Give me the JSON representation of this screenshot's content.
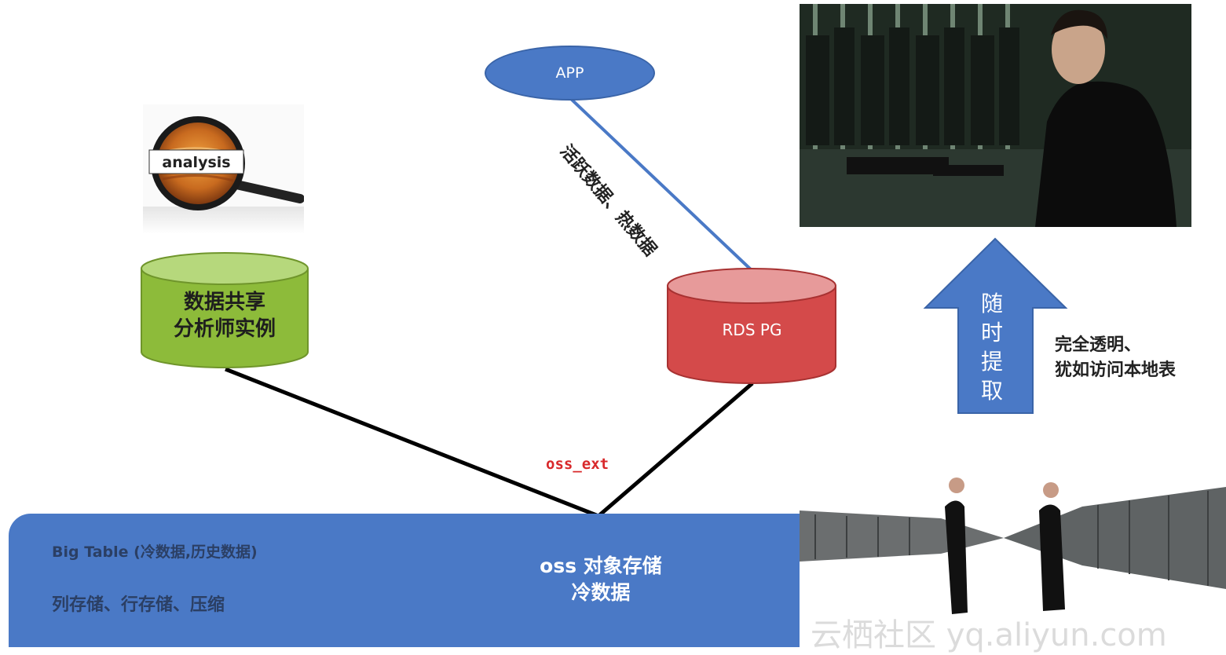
{
  "app_node": {
    "label": "APP"
  },
  "app_link_label": "活跃数据、热数据",
  "analysis_image": {
    "caption": "analysis"
  },
  "analyst_instance": {
    "line1": "数据共享",
    "line2": "分析师实例"
  },
  "rds_node": {
    "label": "RDS PG"
  },
  "connector_label": "oss_ext",
  "retrieve_arrow": {
    "chars": [
      "随",
      "时",
      "提",
      "取"
    ]
  },
  "transparency_note": {
    "line1": "完全透明、",
    "line2": "犹如访问本地表"
  },
  "storage": {
    "big_table_title": "Big Table (冷数据,历史数据)",
    "big_table_features": "列存储、行存储、压缩",
    "oss_line1": "oss 对象存储",
    "oss_line2": "冷数据"
  },
  "watermark": "云栖社区 yq.aliyun.com",
  "colors": {
    "blue": "#4a79c6",
    "green": "#8dbb3a",
    "red": "#d44a4a",
    "connector_red": "#d8282a"
  }
}
